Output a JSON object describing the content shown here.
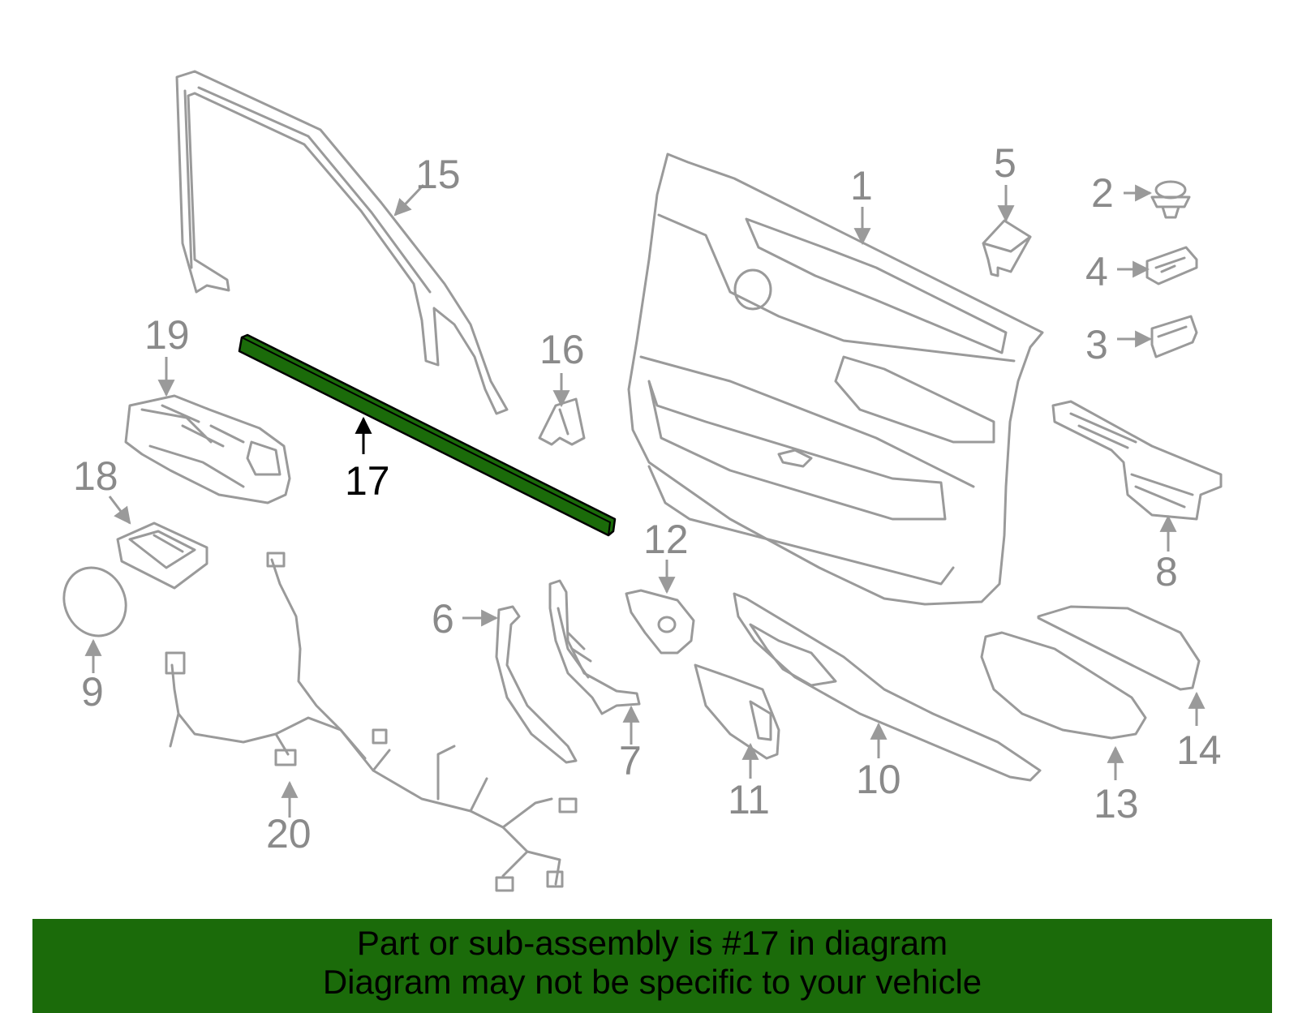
{
  "callouts": [
    "1",
    "2",
    "3",
    "4",
    "5",
    "6",
    "7",
    "8",
    "9",
    "10",
    "11",
    "12",
    "13",
    "14",
    "15",
    "16",
    "17",
    "18",
    "19",
    "20"
  ],
  "highlight_callout": "17",
  "colors": {
    "highlight_part": "#1b6b0a",
    "banner_background": "#1b6b0a",
    "line_art": "#9a9a9a",
    "callout_text": "#8a8a8a",
    "highlight_text": "#000000"
  },
  "banner": {
    "line1": "Part or sub-assembly is #17 in diagram",
    "line2": "Diagram may not be specific to your vehicle"
  }
}
